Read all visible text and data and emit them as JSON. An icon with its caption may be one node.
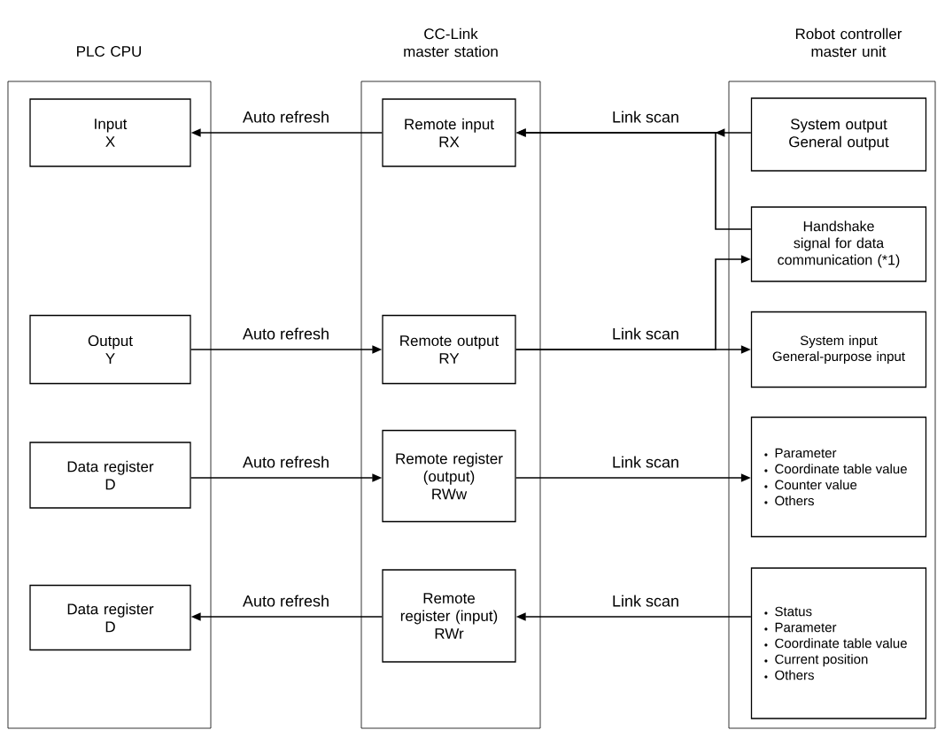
{
  "diagram": {
    "nodes": [
      {
        "text": [
          "PLC CPU"
        ]
      },
      {
        "text": [
          "CC-Link master station"
        ]
      },
      {
        "text": [
          "Robot controller master unit"
        ]
      },
      {
        "text": [
          "Input",
          "X"
        ],
        "in": 0
      },
      {
        "text": [
          "Output",
          "Y"
        ],
        "in": 0
      },
      {
        "text": [
          "Data register",
          "D"
        ],
        "in": 0
      },
      {
        "text": [
          "Data register",
          "D"
        ],
        "in": 0
      },
      {
        "text": [
          "Remote input",
          "RX"
        ],
        "in": 1
      },
      {
        "text": [
          "Remote output",
          "RY"
        ],
        "in": 1
      },
      {
        "text": [
          "Remote register (output)",
          "RWw"
        ],
        "in": 1
      },
      {
        "text": [
          "Remote register (input)",
          "RWr"
        ],
        "in": 1
      },
      {
        "text": [
          "System output",
          "General output"
        ],
        "in": 2
      },
      {
        "text": [
          "Handshake signal for data communication (*1)"
        ],
        "in": 2
      },
      {
        "text": [
          "System input",
          "General-purpose input"
        ],
        "in": 2
      },
      {
        "text": [
          "Parameter",
          "Coordinate table value",
          "Counter value",
          "Others"
        ],
        "in": 2
      },
      {
        "text": [
          "Status",
          "Parameter",
          "Coordinate table value",
          "Current position",
          "Others"
        ],
        "in": 2
      }
    ],
    "edges": [
      {
        "from": 7,
        "to": 3,
        "arrow": "to",
        "label": "Auto refresh"
      },
      {
        "from": 11,
        "to": 7,
        "arrow": "to",
        "label": "Link scan"
      },
      {
        "from": 12,
        "to": 7,
        "arrow": "to"
      },
      {
        "from": 4,
        "to": 8,
        "arrow": "to",
        "label": "Auto refresh"
      },
      {
        "from": 8,
        "to": 13,
        "arrow": "to",
        "label": "Link scan"
      },
      {
        "from": 8,
        "to": 12,
        "arrow": "to"
      },
      {
        "from": 5,
        "to": 9,
        "arrow": "to",
        "label": "Auto refresh"
      },
      {
        "from": 9,
        "to": 14,
        "arrow": "to",
        "label": "Link scan"
      },
      {
        "from": 10,
        "to": 6,
        "arrow": "to",
        "label": "Auto refresh"
      },
      {
        "from": 15,
        "to": 10,
        "arrow": "to",
        "label": "Link scan"
      }
    ]
  }
}
